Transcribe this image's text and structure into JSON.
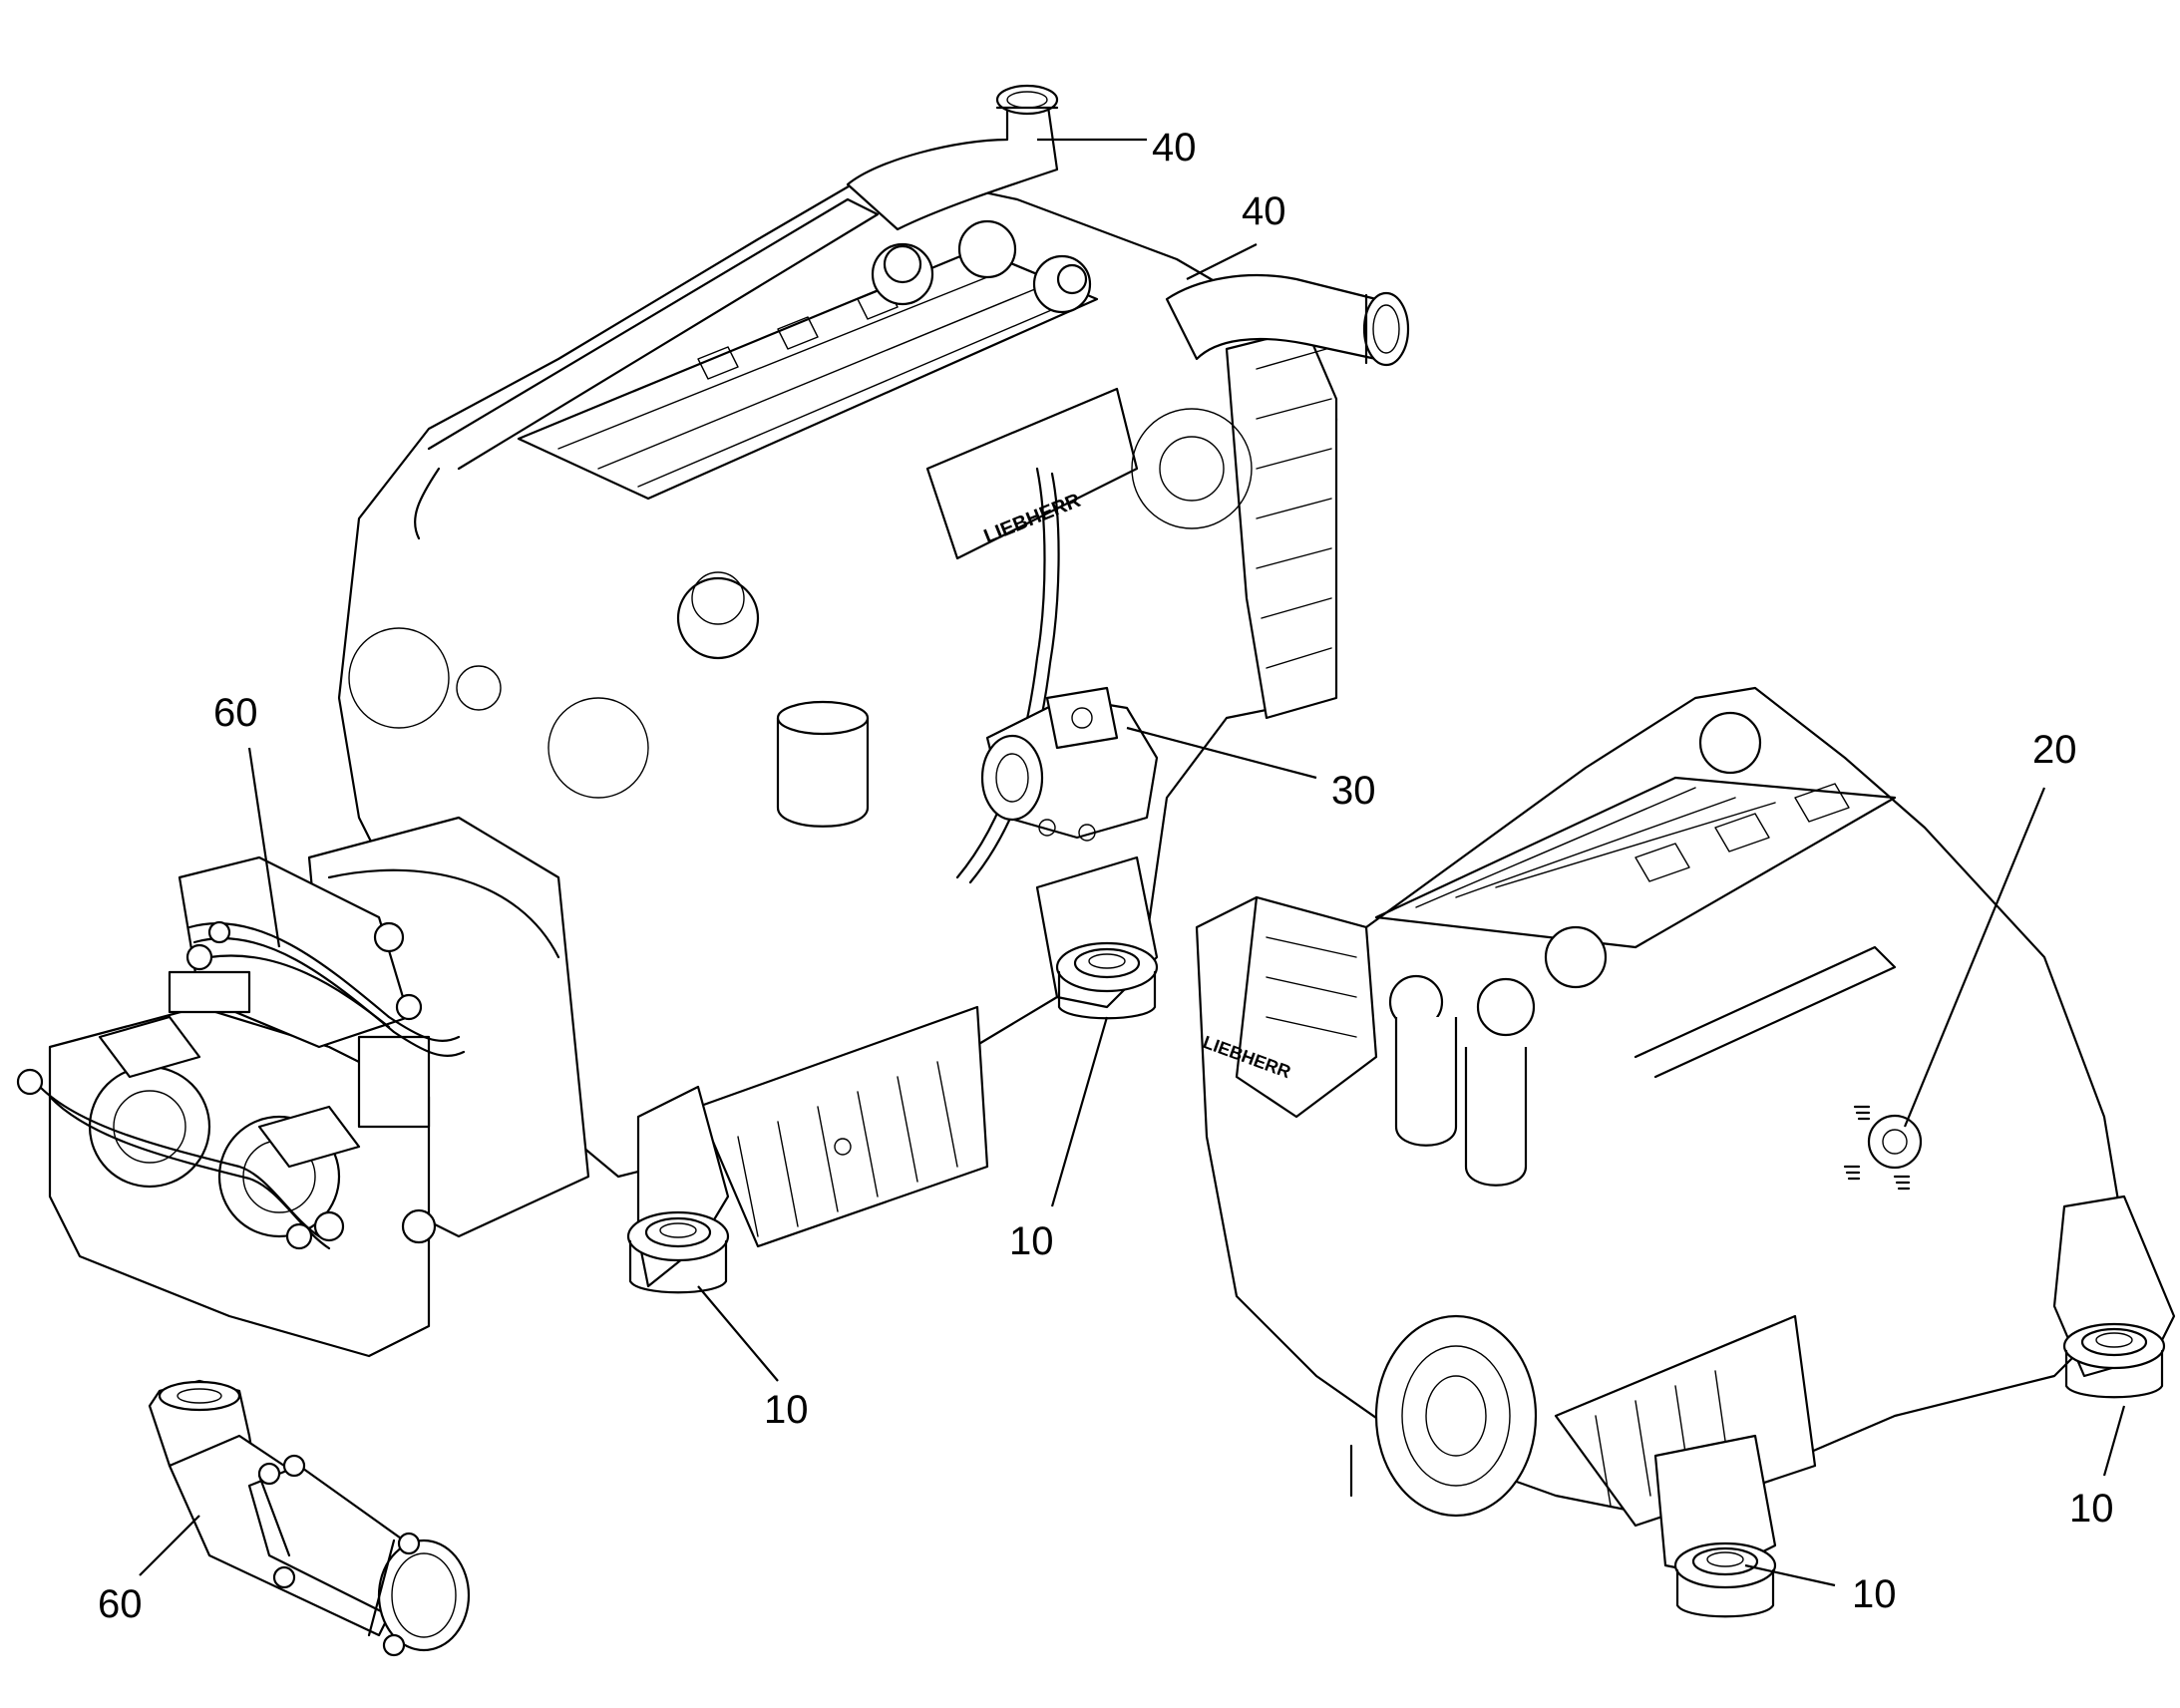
{
  "callouts": {
    "c1": "40",
    "c2": "40",
    "c3": "60",
    "c4": "30",
    "c5": "20",
    "c6": "10",
    "c7": "10",
    "c8": "10",
    "c9": "10",
    "c10": "60"
  },
  "engine_logo": "LIEBHERR"
}
